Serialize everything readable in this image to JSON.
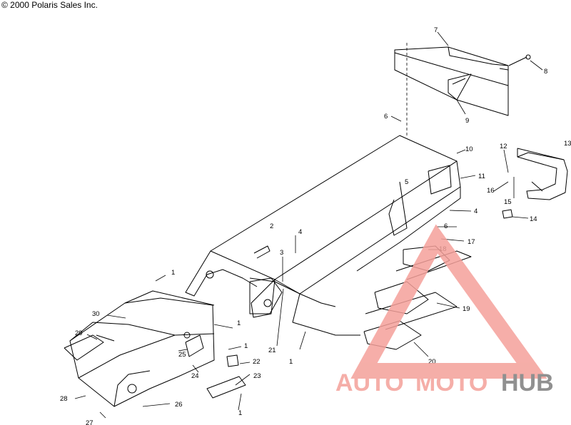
{
  "copyright": "© 2000 Polaris Sales Inc.",
  "callouts": [
    "1",
    "1",
    "1",
    "1",
    "1",
    "2",
    "3",
    "4",
    "4",
    "5",
    "6",
    "6",
    "7",
    "8",
    "9",
    "10",
    "11",
    "12",
    "13",
    "14",
    "15",
    "16",
    "17",
    "18",
    "19",
    "20",
    "21",
    "22",
    "23",
    "24",
    "25",
    "26",
    "27",
    "28",
    "29",
    "30"
  ],
  "watermark": {
    "part1": "AUTO",
    "part2": "MOTO",
    "part3": "HUB",
    "color_primary": "#f4a09a",
    "color_secondary": "#7d7d7d"
  }
}
